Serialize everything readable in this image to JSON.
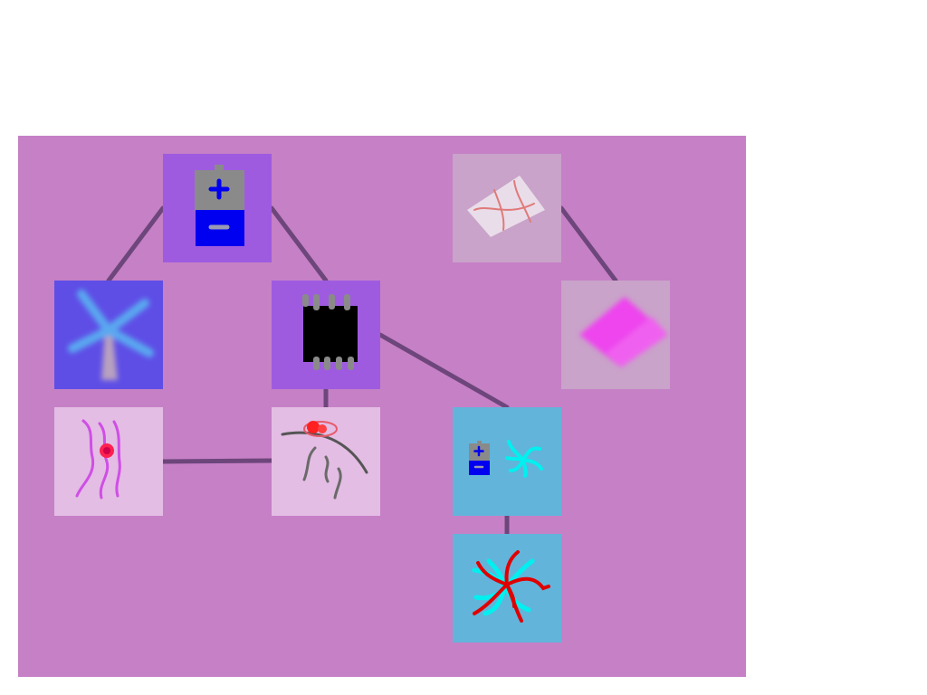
{
  "board": {
    "background": "#c680c6",
    "link_color": "#5e3c6e"
  },
  "tiles": [
    {
      "id": "battery",
      "icon": "battery-icon",
      "tile_color": "#9e5be0"
    },
    {
      "id": "wind-turbine",
      "icon": "wind-turbine-icon",
      "tile_color": "#5e4ee6"
    },
    {
      "id": "chip",
      "icon": "microchip-icon",
      "tile_color": "#9e5be0"
    },
    {
      "id": "nerve",
      "icon": "nerve-fibers-icon",
      "tile_color": "#e3bde3"
    },
    {
      "id": "brain-sketch",
      "icon": "brain-sketch-icon",
      "tile_color": "#e3bde3"
    },
    {
      "id": "map",
      "icon": "map-icon",
      "tile_color": "#c9a3c9"
    },
    {
      "id": "eraser",
      "icon": "pink-eraser-icon",
      "tile_color": "#c9a3c9"
    },
    {
      "id": "battery-neuron",
      "icon": "battery-neuron-icon",
      "tile_color": "#62b4da"
    },
    {
      "id": "neurons",
      "icon": "neuron-network-icon",
      "tile_color": "#62b4da"
    }
  ],
  "links": [
    {
      "from": "battery",
      "to": "wind-turbine"
    },
    {
      "from": "battery",
      "to": "chip"
    },
    {
      "from": "chip",
      "to": "brain-sketch"
    },
    {
      "from": "nerve",
      "to": "brain-sketch"
    },
    {
      "from": "chip",
      "to": "battery-neuron"
    },
    {
      "from": "battery-neuron",
      "to": "neurons"
    },
    {
      "from": "map",
      "to": "eraser"
    }
  ]
}
